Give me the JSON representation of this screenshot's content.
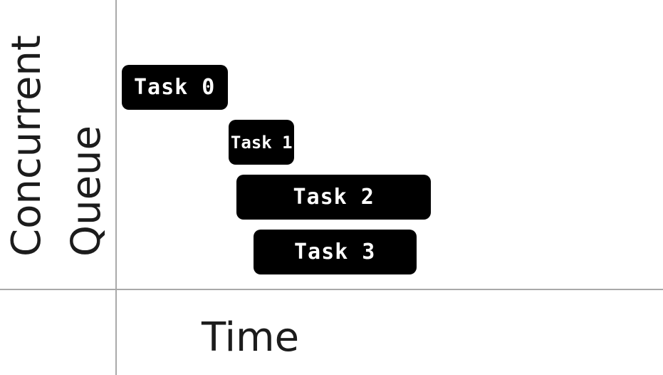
{
  "figure": {
    "background_color": "#ffffff",
    "axis_line_color": "#a9a9a9",
    "label_text_color": "#1c1c1c"
  },
  "ylabel": {
    "line1": "Concurrent",
    "line2": "Queue"
  },
  "xlabel": "Time",
  "chart_data": {
    "type": "gantt",
    "title": "",
    "xlabel": "Time",
    "ylabel": "Concurrent Queue",
    "x_axis": {
      "units": "relative time, 0-100 of visible axis span",
      "ticks": "none shown",
      "range": [
        0,
        100
      ]
    },
    "y_axis": {
      "meaning": "concurrent queue lanes, one per task",
      "ticks": "none shown"
    },
    "grid": false,
    "legend": "none",
    "bar_style": {
      "fill": "#000000",
      "text_color": "#ffffff",
      "corner_radius_px": 10
    },
    "tasks": [
      {
        "label": "Task 0",
        "lane": 0,
        "start": 1.0,
        "end": 20.4,
        "text_size": "large"
      },
      {
        "label": "Task 1",
        "lane": 1,
        "start": 20.6,
        "end": 32.6,
        "text_size": "small"
      },
      {
        "label": "Task 2",
        "lane": 2,
        "start": 22.0,
        "end": 57.6,
        "text_size": "large"
      },
      {
        "label": "Task 3",
        "lane": 3,
        "start": 25.1,
        "end": 54.9,
        "text_size": "large"
      }
    ]
  }
}
